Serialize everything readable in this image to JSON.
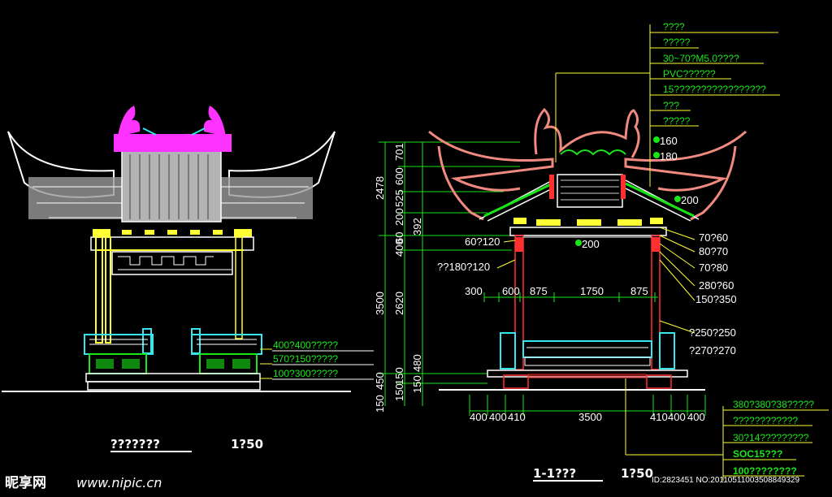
{
  "left_labels": [
    "400?400?????",
    "570?150?????",
    "100?300?????"
  ],
  "left_dims": [
    "450",
    "150",
    "150"
  ],
  "left_title": "???????",
  "left_scale": "1?50",
  "center_dims": [
    "2478",
    "701",
    "600",
    "525",
    "200",
    "392",
    "400",
    "60",
    "3500",
    "2620",
    "480",
    "150",
    "150"
  ],
  "right_top_labels": [
    "????",
    "?????",
    "30~70?M5.0????",
    "PVC??????",
    "15?????????????????",
    "???",
    "?????"
  ],
  "right_small_labels": [
    "160",
    "180",
    "200",
    "200"
  ],
  "right_side_labels": [
    "70?60",
    "80?70",
    "70?80",
    "280?60",
    "150?350",
    "?250?250",
    "?270?270"
  ],
  "left_side_labels": [
    "60?120",
    "??180?120"
  ],
  "horizontal_dims": [
    "300",
    "600",
    "875",
    "1750",
    "875"
  ],
  "bottom_dims": [
    "400",
    "400",
    "410",
    "3500",
    "410",
    "400",
    "400"
  ],
  "bottom_right_labels": [
    "380?380?38?????",
    "????????????",
    "30?14?????????",
    "SOC15???",
    "100????????"
  ],
  "right_title": "1-1???",
  "right_scale": "1?50",
  "watermark": {
    "brand": "昵享网",
    "url": "www.nipic.cn"
  },
  "image_id": "ID:2823451 NO:20110511003508849329",
  "colors": {
    "magenta": "#ff33ff",
    "cyan": "#33e6f0",
    "yellow": "#ffff33",
    "green": "#19e619",
    "salmon": "#f08a80",
    "red": "#ff3030",
    "white": "#ffffff"
  }
}
